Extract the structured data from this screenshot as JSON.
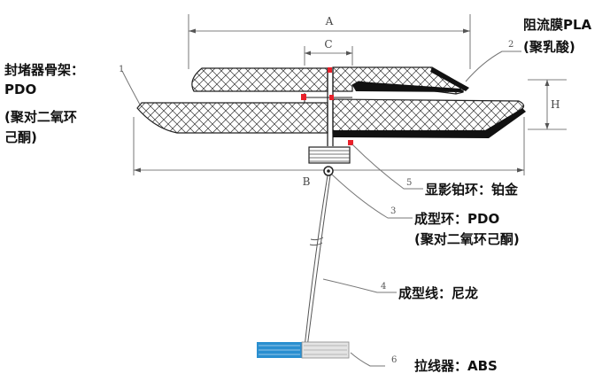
{
  "dimensions": {
    "a": "A",
    "b": "B",
    "c": "C",
    "h": "H"
  },
  "callouts": [
    {
      "num": "1",
      "lines": [
        "封堵器骨架：",
        "PDO",
        "(聚对二氧环",
        "己酮)"
      ]
    },
    {
      "num": "2",
      "lines": [
        "阻流膜PLA",
        "(聚乳酸)"
      ]
    },
    {
      "num": "3",
      "lines": [
        "成型环：PDO",
        "(聚对二氧环己酮)"
      ]
    },
    {
      "num": "4",
      "lines": [
        "成型线：尼龙"
      ]
    },
    {
      "num": "5",
      "lines": [
        "显影铂环：铂金"
      ]
    },
    {
      "num": "6",
      "lines": [
        "拉线器：ABS"
      ]
    }
  ],
  "colors": {
    "marker": "#e8202a",
    "puller_blue": "#2a8fd0",
    "frame": "#222222"
  }
}
